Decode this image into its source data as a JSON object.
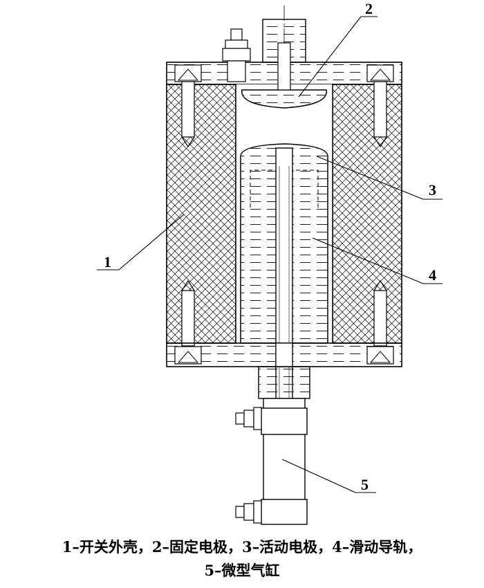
{
  "labels": {
    "part1": "1",
    "part2": "2",
    "part3": "3",
    "part4": "4",
    "part5": "5"
  },
  "caption": {
    "line1": "1–开关外壳，2–固定电极，3–活动电极，4–滑动导轨，",
    "line2": "5–微型气缸"
  }
}
